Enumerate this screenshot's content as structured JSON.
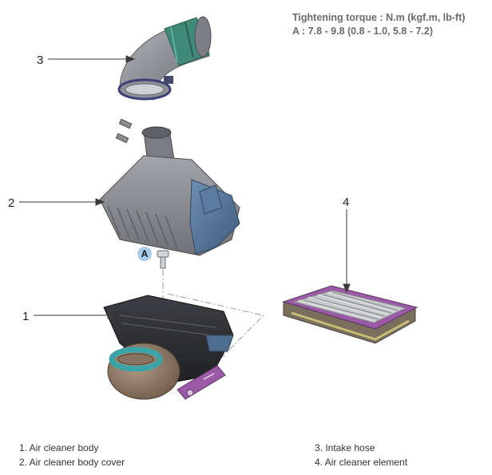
{
  "torque": {
    "title": "Tightening torque : N.m (kgf.m, lb-ft)",
    "spec_a": "A : 7.8 - 9.8 (0.8 - 1.0, 5.8 - 7.2)"
  },
  "callouts": {
    "c1": "1",
    "c2": "2",
    "c3": "3",
    "c4": "4",
    "bolt": "A"
  },
  "legend": {
    "item1": "1. Air cleaner body",
    "item2": "2. Air cleaner body cover",
    "item3": "3. Intake hose",
    "item4": "4. Air cleaner element"
  },
  "colors": {
    "housing": "#8c8d91",
    "accent_blue": "#4d6d8e",
    "hose_green": "#3e8a77",
    "element_purple": "#9b5aa6",
    "teal": "#3aa4a8",
    "bronze": "#8a7260"
  }
}
